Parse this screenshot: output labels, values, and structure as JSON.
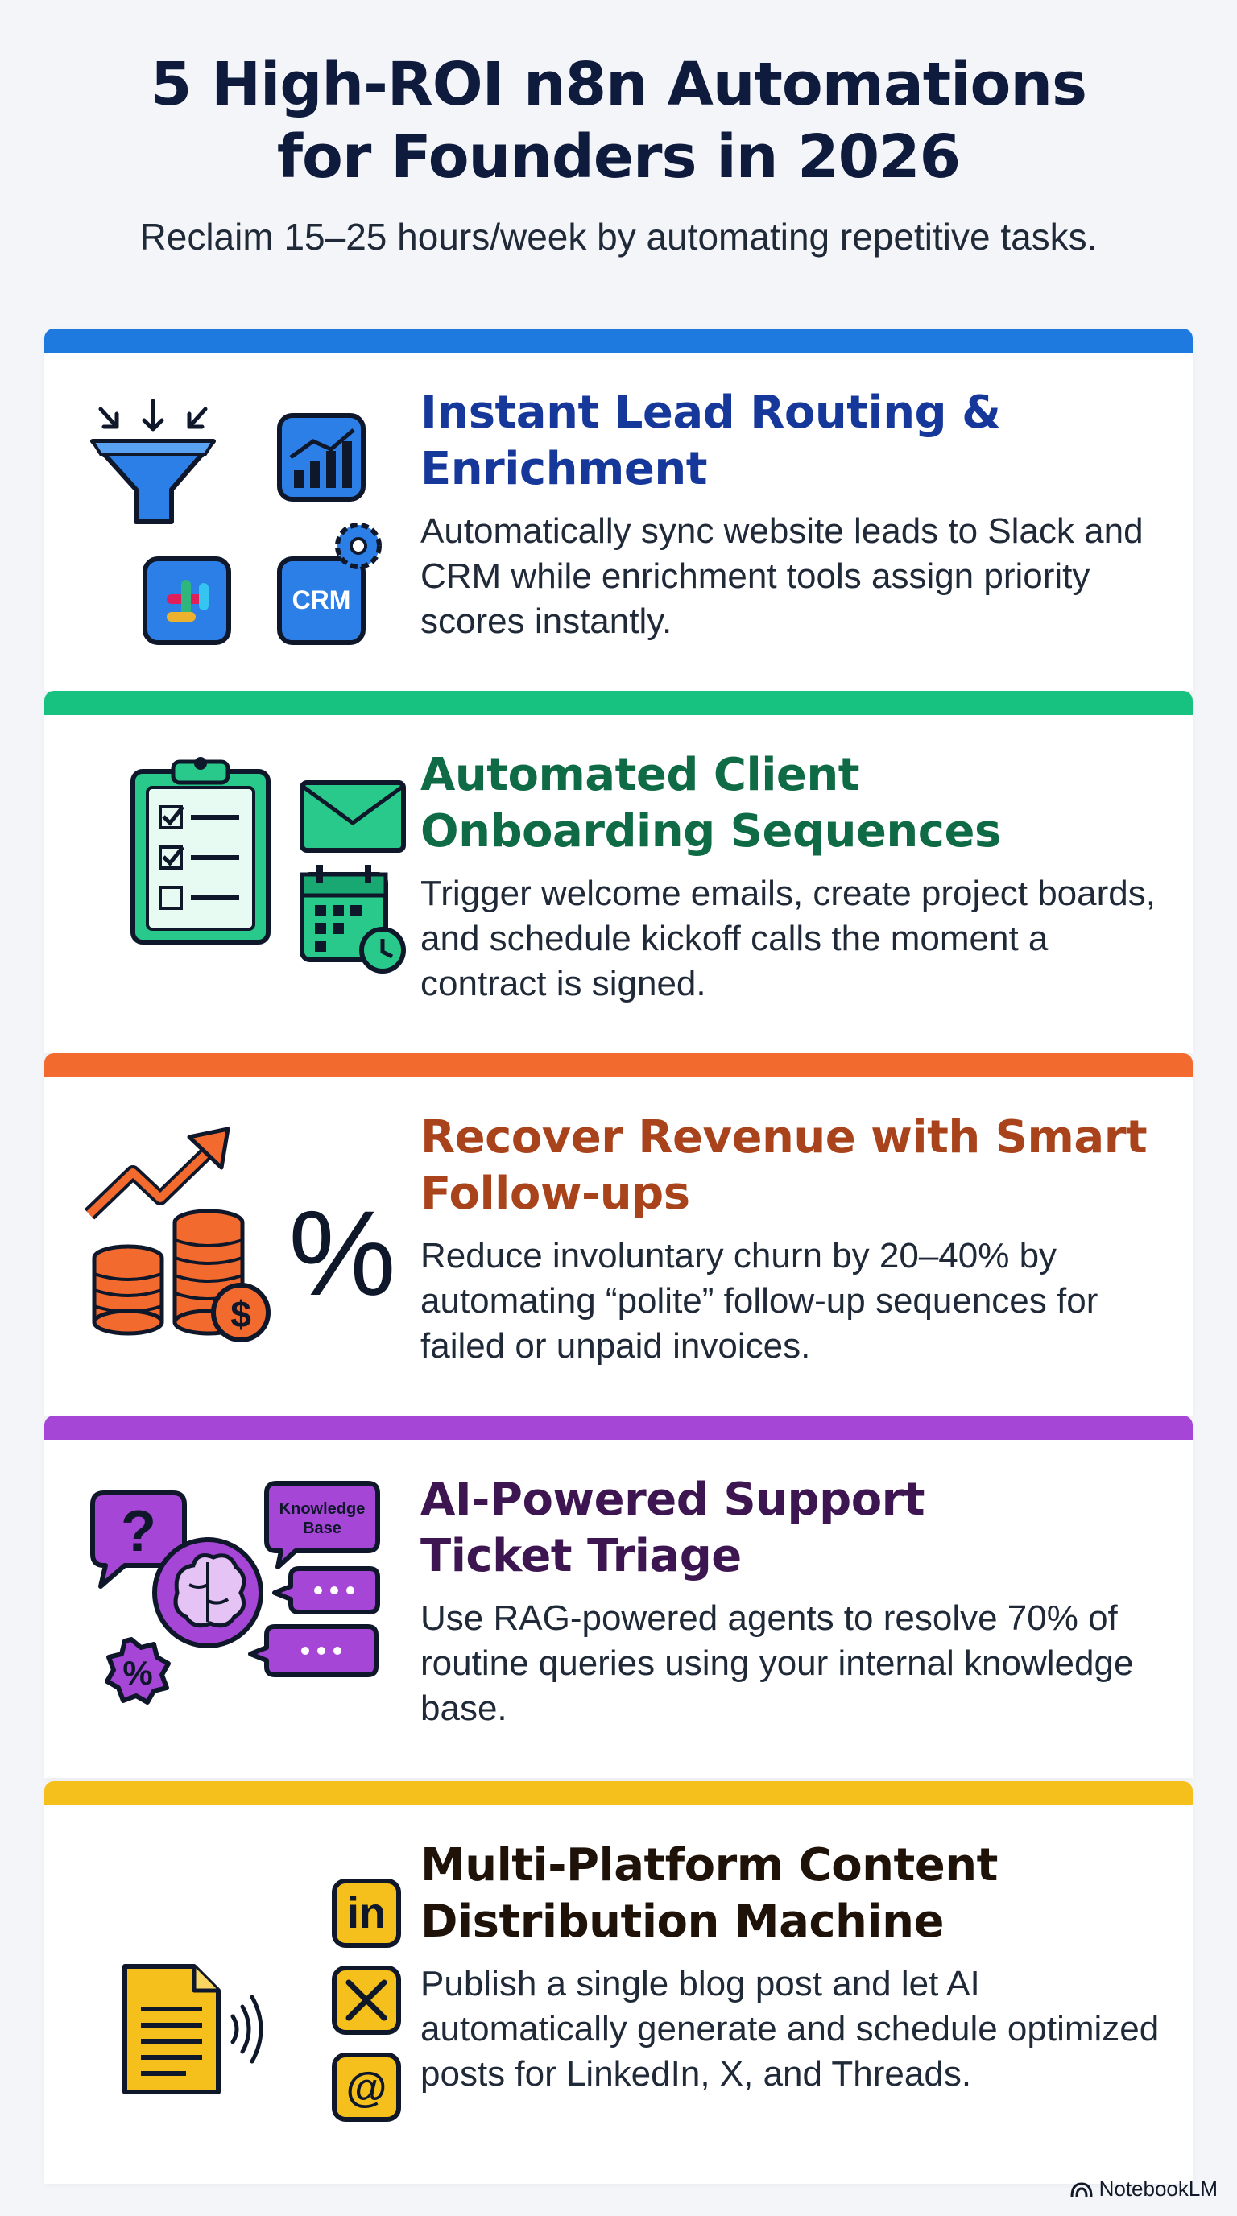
{
  "header": {
    "title_line1": "5 High-ROI n8n Automations",
    "title_line2": "for Founders in 2026",
    "subtitle": "Reclaim 15–25 hours/week by automating repetitive tasks."
  },
  "cards": [
    {
      "title_line1": "Instant Lead Routing &",
      "title_line2": "Enrichment",
      "description": "Automatically sync website leads to Slack and CRM while enrichment tools assign priority scores instantly.",
      "accent": "#1f7ae0",
      "title_color": "#16389a",
      "icons": [
        "funnel-icon",
        "chart-icon",
        "slack-icon",
        "crm-icon"
      ],
      "crm_label": "CRM"
    },
    {
      "title_line1": "Automated Client",
      "title_line2": "Onboarding Sequences",
      "description": "Trigger welcome emails, create project boards, and schedule kickoff calls the moment a contract is signed.",
      "accent": "#17c180",
      "title_color": "#0f6b45",
      "icons": [
        "clipboard-checklist-icon",
        "envelope-icon",
        "calendar-clock-icon"
      ]
    },
    {
      "title_line1": "Recover Revenue with Smart",
      "title_line2": "Follow-ups",
      "description": "Reduce involuntary churn by 20–40% by automating “polite” follow-up sequences for failed or unpaid invoices.",
      "accent": "#f26a2e",
      "title_color": "#a8431b",
      "icons": [
        "trend-arrow-icon",
        "coins-icon",
        "percent-icon"
      ],
      "dollar_label": "$",
      "percent_label": "%"
    },
    {
      "title_line1": "AI-Powered Support",
      "title_line2": "Ticket Triage",
      "description": "Use RAG-powered agents to resolve 70% of routine queries using your internal knowledge base.",
      "accent": "#a646d6",
      "title_color": "#3d1551",
      "icons": [
        "question-bubble-icon",
        "brain-icon",
        "knowledge-base-bubble-icon",
        "chat-bubble-icon",
        "percent-badge-icon"
      ],
      "kb_line1": "Knowledge",
      "kb_line2": "Base",
      "question_label": "?",
      "percent_label": "%"
    },
    {
      "title_line1": "Multi-Platform Content",
      "title_line2": "Distribution Machine",
      "description": "Publish a single blog post and let AI automatically generate and schedule optimized posts for LinkedIn, X, and Threads.",
      "accent": "#f6c01c",
      "title_color": "#1f1208",
      "icons": [
        "document-icon",
        "broadcast-icon",
        "linkedin-icon",
        "x-icon",
        "threads-icon"
      ],
      "linkedin_label": "in",
      "threads_label": "@"
    }
  ],
  "footer": {
    "brand": "NotebookLM"
  }
}
